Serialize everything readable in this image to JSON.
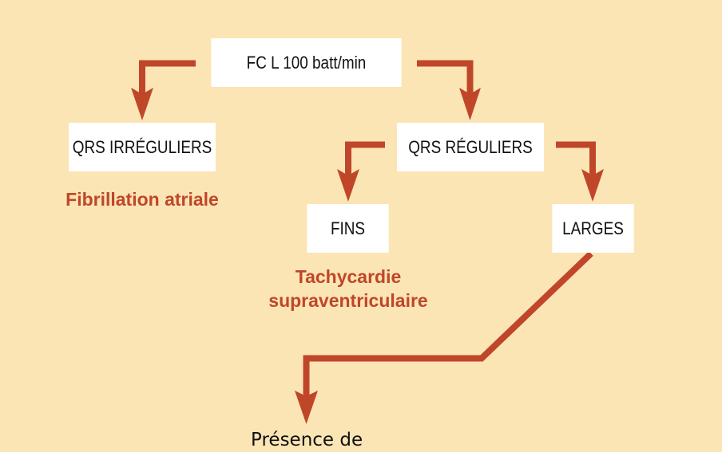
{
  "colors": {
    "background": "#FBE5B5",
    "arrow": "#C0462A",
    "box": "#FFFFFF",
    "result_text": "#C0462A"
  },
  "nodes": {
    "root": "FC L 100 batt/min",
    "irregular": "QRS IRRÉGULIERS",
    "regular": "QRS RÉGULIERS",
    "narrow": "FINS",
    "wide": "LARGES"
  },
  "results": {
    "irregular": "Fibrillation atriale",
    "narrow_line1": "Tachycardie",
    "narrow_line2": "supraventriculaire"
  },
  "bottom_note": "Présence de"
}
